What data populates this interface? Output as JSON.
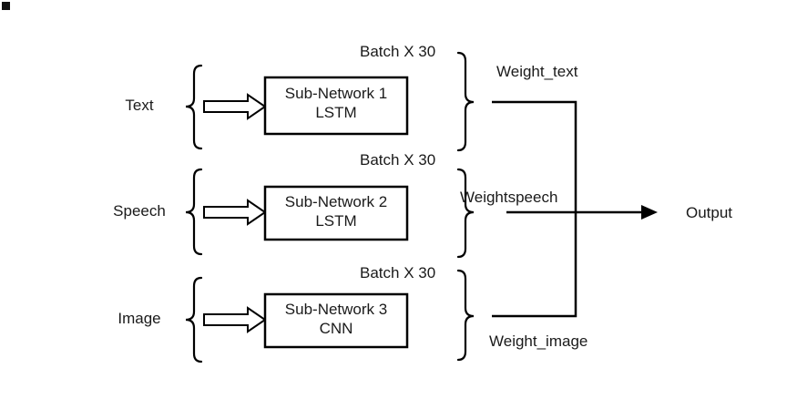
{
  "diagram": {
    "rows": [
      {
        "input_label": "Text",
        "batch_label": "Batch X 30",
        "box_line1": "Sub-Network 1",
        "box_line2": "LSTM",
        "weight_label": "Weight_text"
      },
      {
        "input_label": "Speech",
        "batch_label": "Batch X 30",
        "box_line1": "Sub-Network 2",
        "box_line2": "LSTM",
        "weight_label": "Weightspeech"
      },
      {
        "input_label": "Image",
        "batch_label": "Batch X 30",
        "box_line1": "Sub-Network 3",
        "box_line2": "CNN",
        "weight_label": "Weight_image"
      }
    ],
    "output_label": "Output",
    "colors": {
      "stroke": "#000000",
      "text": "#1a1a1a",
      "background": "#ffffff"
    }
  }
}
